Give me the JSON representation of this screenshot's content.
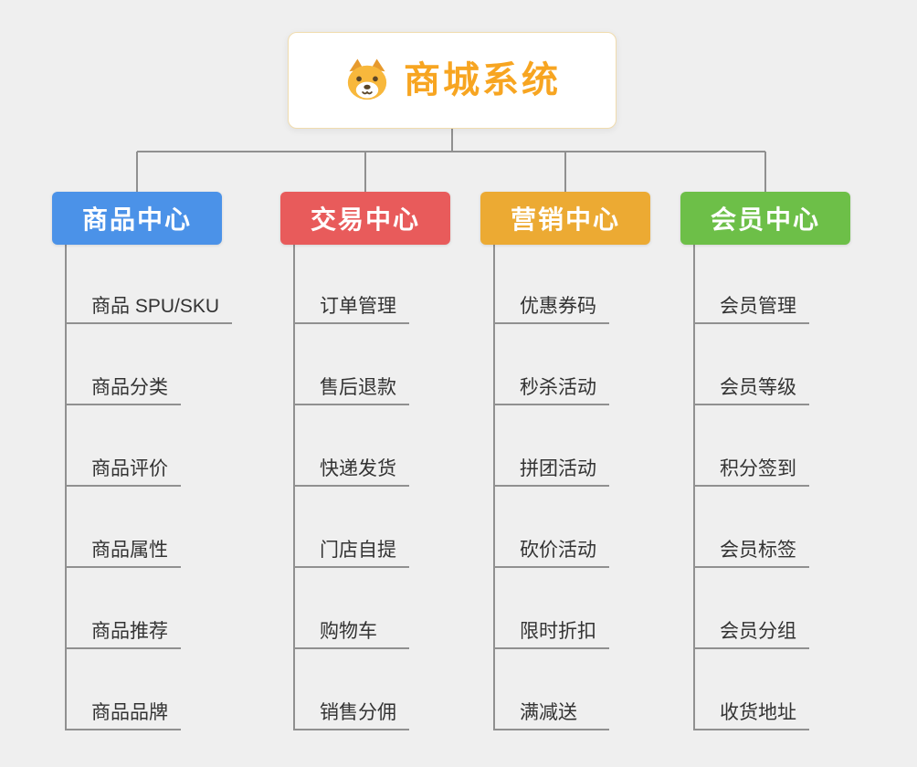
{
  "canvas": {
    "background": "#efefef",
    "connector_color": "#909090"
  },
  "root": {
    "title": "商城系统",
    "icon": "dog-face-icon",
    "text_color": "#f7a521"
  },
  "branches": [
    {
      "label": "商品中心",
      "color": "#4b92e8",
      "children": [
        "商品 SPU/SKU",
        "商品分类",
        "商品评价",
        "商品属性",
        "商品推荐",
        "商品品牌"
      ]
    },
    {
      "label": "交易中心",
      "color": "#e85b5b",
      "children": [
        "订单管理",
        "售后退款",
        "快递发货",
        "门店自提",
        "购物车",
        "销售分佣"
      ]
    },
    {
      "label": "营销中心",
      "color": "#ecaa33",
      "children": [
        "优惠券码",
        "秒杀活动",
        "拼团活动",
        "砍价活动",
        "限时折扣",
        "满减送"
      ]
    },
    {
      "label": "会员中心",
      "color": "#6dbf48",
      "children": [
        "会员管理",
        "会员等级",
        "积分签到",
        "会员标签",
        "会员分组",
        "收货地址"
      ]
    }
  ]
}
